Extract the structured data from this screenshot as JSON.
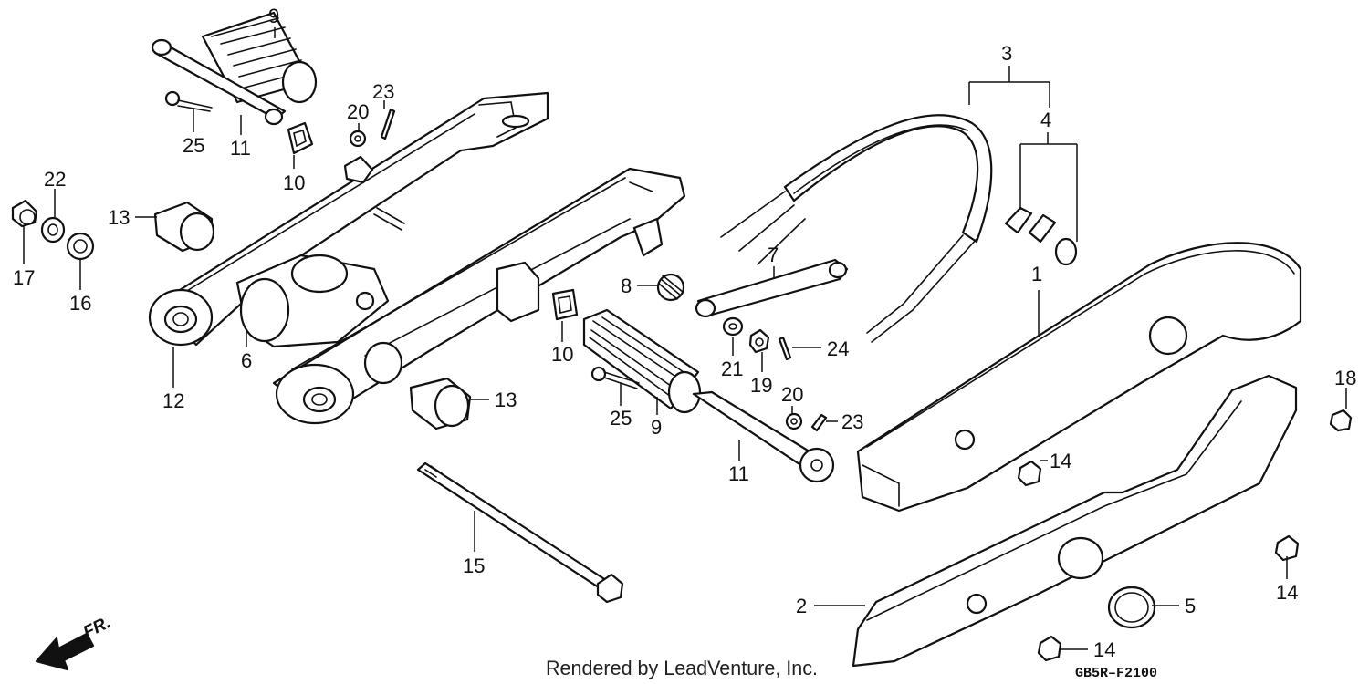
{
  "diagram": {
    "callouts": [
      {
        "id": "c1",
        "text": "1"
      },
      {
        "id": "c2",
        "text": "2"
      },
      {
        "id": "c3",
        "text": "3"
      },
      {
        "id": "c4",
        "text": "4"
      },
      {
        "id": "c5",
        "text": "5"
      },
      {
        "id": "c6",
        "text": "6"
      },
      {
        "id": "c7",
        "text": "7"
      },
      {
        "id": "c8",
        "text": "8"
      },
      {
        "id": "c9a",
        "text": "9"
      },
      {
        "id": "c9b",
        "text": "9"
      },
      {
        "id": "c10a",
        "text": "10"
      },
      {
        "id": "c10b",
        "text": "10"
      },
      {
        "id": "c11a",
        "text": "11"
      },
      {
        "id": "c11b",
        "text": "11"
      },
      {
        "id": "c12",
        "text": "12"
      },
      {
        "id": "c13a",
        "text": "13"
      },
      {
        "id": "c13b",
        "text": "13"
      },
      {
        "id": "c14a",
        "text": "14"
      },
      {
        "id": "c14b",
        "text": "14"
      },
      {
        "id": "c14c",
        "text": "14"
      },
      {
        "id": "c15",
        "text": "15"
      },
      {
        "id": "c16",
        "text": "16"
      },
      {
        "id": "c17",
        "text": "17"
      },
      {
        "id": "c18",
        "text": "18"
      },
      {
        "id": "c19",
        "text": "19"
      },
      {
        "id": "c20a",
        "text": "20"
      },
      {
        "id": "c20b",
        "text": "20"
      },
      {
        "id": "c21",
        "text": "21"
      },
      {
        "id": "c22",
        "text": "22"
      },
      {
        "id": "c23a",
        "text": "23"
      },
      {
        "id": "c23b",
        "text": "23"
      },
      {
        "id": "c24",
        "text": "24"
      },
      {
        "id": "c25a",
        "text": "25"
      },
      {
        "id": "c25b",
        "text": "25"
      }
    ],
    "credit": "Rendered by LeadVenture, Inc.",
    "diagram_code": "GB5R–F2100",
    "direction_label": "FR."
  }
}
